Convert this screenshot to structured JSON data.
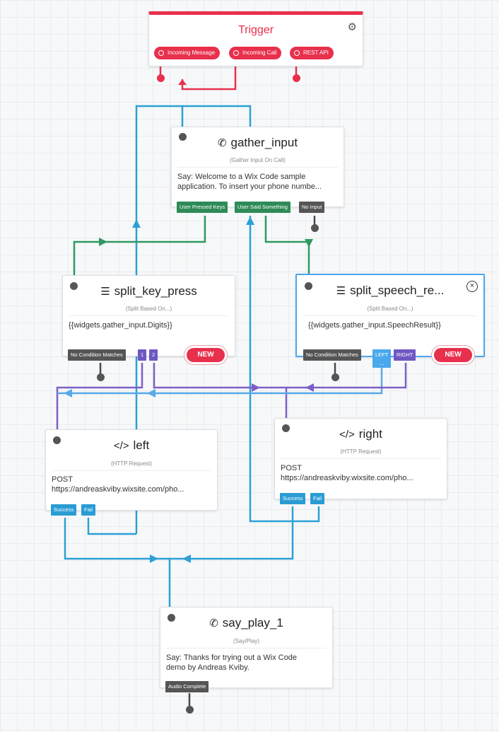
{
  "trigger": {
    "title": "Trigger",
    "settings_icon": "gears-icon",
    "buttons": [
      "Incoming Message",
      "Incoming Call",
      "REST API"
    ]
  },
  "gather_input": {
    "title": "gather_input",
    "icon": "phone-icon",
    "subtitle": "(Gather Input On Call)",
    "body_lines": [
      "Say: Welcome to a Wix Code sample",
      "application. To insert your phone numbe..."
    ],
    "outputs": [
      "User Pressed Keys",
      "User Said Something",
      "No Input"
    ]
  },
  "split_key_press": {
    "title": "split_key_press",
    "icon": "split-icon",
    "subtitle": "(Split Based On...)",
    "body": "{{widgets.gather_input.Digits}}",
    "outputs": [
      "No Condition Matches",
      "1",
      "2"
    ],
    "new_label": "NEW"
  },
  "split_speech": {
    "title": "split_speech_re...",
    "icon": "split-icon",
    "close_icon": "close-icon",
    "subtitle": "(Split Based On...)",
    "body": "{{widgets.gather_input.SpeechResult}}",
    "outputs": [
      "No Condition Matches",
      "LEFT",
      "RIGHT"
    ],
    "more": "...",
    "new_label": "NEW"
  },
  "left": {
    "title": "left",
    "icon": "code-icon",
    "subtitle": "(HTTP Request)",
    "body_lines": [
      "POST",
      "https://andreaskviby.wixsite.com/pho..."
    ],
    "outputs": [
      "Success",
      "Fail"
    ]
  },
  "right": {
    "title": "right",
    "icon": "code-icon",
    "subtitle": "(HTTP Request)",
    "body_lines": [
      "POST",
      "https://andreaskviby.wixsite.com/pho..."
    ],
    "outputs": [
      "Success",
      "Fail"
    ]
  },
  "say_play": {
    "title": "say_play_1",
    "icon": "phone-icon",
    "subtitle": "(Say/Play)",
    "body_lines": [
      "Say: Thanks for trying out a Wix Code",
      "demo by Andreas Kviby."
    ],
    "outputs": [
      "Audio Complete"
    ]
  },
  "colors": {
    "trigger_red": "#e8304c",
    "wire_blue": "#2ca0d6",
    "wire_green": "#2e9a62",
    "wire_purple": "#7d5fc7",
    "selected_border": "#4ea6f0"
  }
}
